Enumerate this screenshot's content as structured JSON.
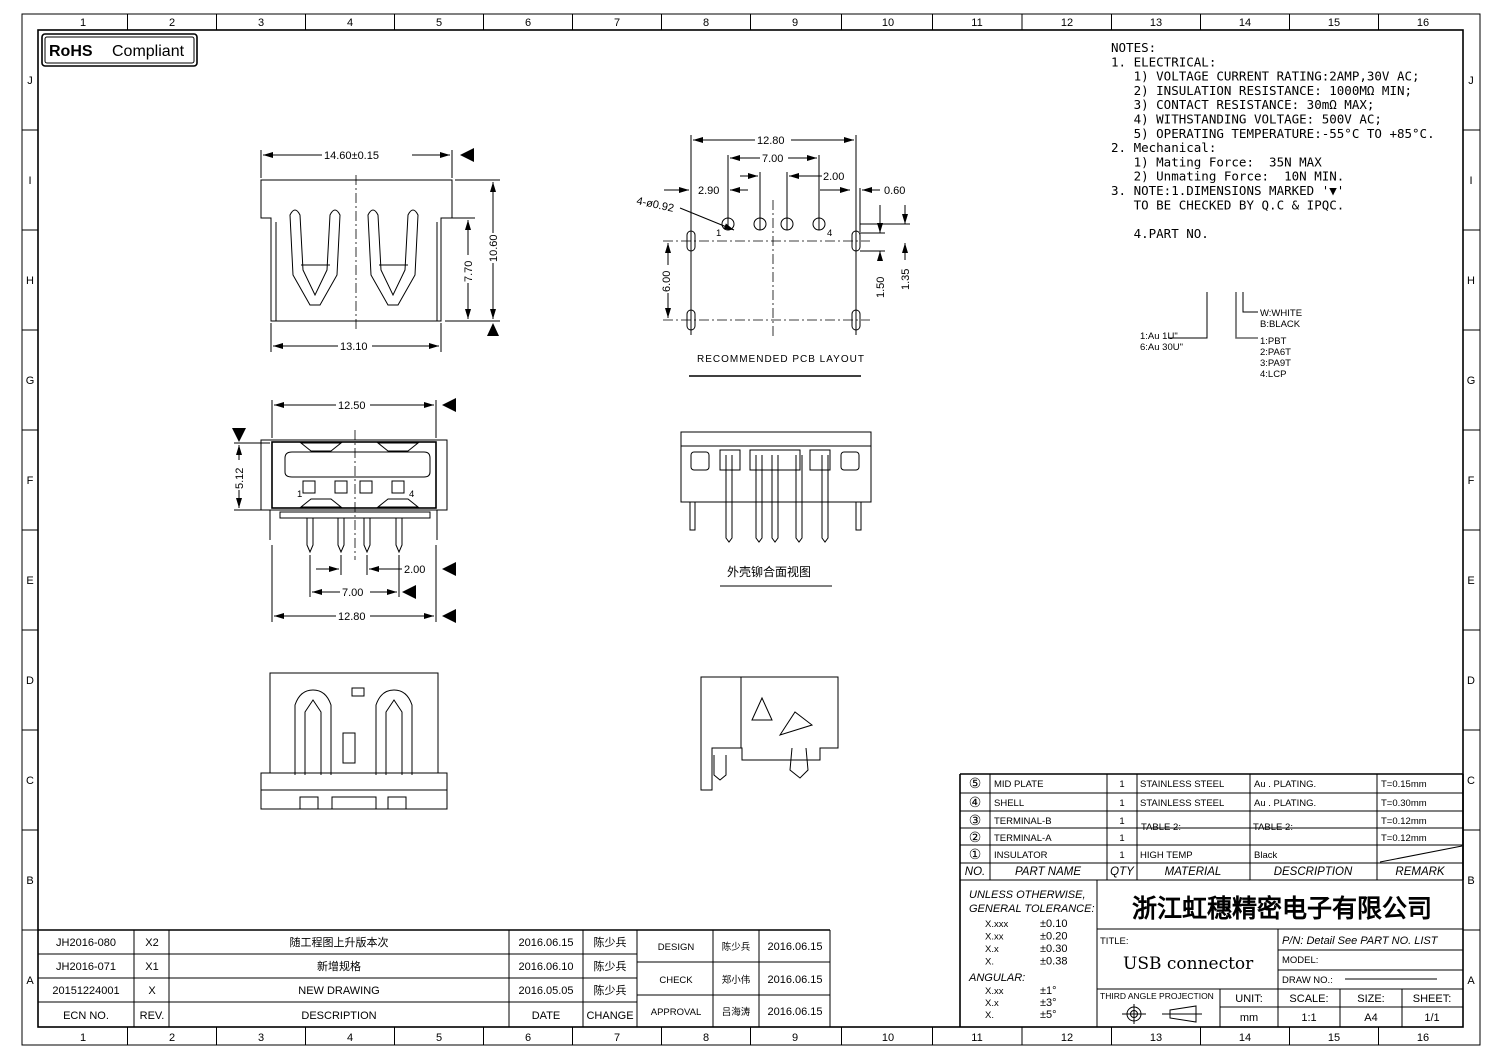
{
  "rohs": "RoHS Compliant",
  "rohs_bold": "RoHS",
  "rohs_rest": "Compliant",
  "grid": {
    "columns": [
      "1",
      "2",
      "3",
      "4",
      "5",
      "6",
      "7",
      "8",
      "9",
      "10",
      "11",
      "12",
      "13",
      "14",
      "15",
      "16"
    ],
    "rows": [
      "J",
      "I",
      "H",
      "G",
      "F",
      "E",
      "D",
      "C",
      "B",
      "A"
    ]
  },
  "notes": [
    "NOTES:",
    "1. ELECTRICAL:",
    "   1) VOLTAGE CURRENT RATING:2AMP,30V AC;",
    "   2) INSULATION RESISTANCE: 1000MΩ MIN;",
    "   3) CONTACT RESISTANCE: 30mΩ MAX;",
    "   4) WITHSTANDING VOLTAGE: 500V AC;",
    "   5) OPERATING TEMPERATURE:-55°C TO +85°C.",
    "2. Mechanical:",
    "   1) Mating Force:  35N MAX",
    "   2) Unmating Force:  10N MIN.",
    "3. NOTE:1.DIMENSIONS MARKED '▼'",
    "   TO BE CHECKED BY Q.C & IPQC.",
    "",
    "   4.PART NO."
  ],
  "part_no": {
    "plating": [
      "1:Au 1U\"",
      "6:Au 30U\""
    ],
    "color": [
      "W:WHITE",
      "B:BLACK"
    ],
    "material": [
      "1:PBT",
      "2:PA6T",
      "3:PA9T",
      "4:LCP"
    ]
  },
  "dims": {
    "top_width": "14.60±0.15",
    "top_height": "10.60",
    "top_inner_height": "7.70",
    "top_bottom_width": "13.10",
    "pcb_width": "12.80",
    "pcb_pitch_outer": "7.00",
    "pcb_pitch": "2.00",
    "pcb_offset": "2.90",
    "pcb_hole": "4-ø0.92",
    "pcb_slot": "0.60",
    "pcb_vert": "6.00",
    "pcb_slot_len": "1.50",
    "pcb_row": "1.35",
    "pcb_label": "RECOMMENDED PCB LAYOUT",
    "front_width": "12.50",
    "front_height": "5.12",
    "front_pitch": "2.00",
    "front_outer": "7.00",
    "front_total": "12.80",
    "pin1": "1",
    "pin4": "4",
    "section_label": "外壳铆合面视图"
  },
  "bom": {
    "rows": [
      {
        "no": "⑤",
        "name": "MID PLATE",
        "qty": "1",
        "material": "STAINLESS STEEL",
        "desc": "Au . PLATING.",
        "remark": "T=0.15mm"
      },
      {
        "no": "④",
        "name": "SHELL",
        "qty": "1",
        "material": "STAINLESS STEEL",
        "desc": "Au . PLATING.",
        "remark": "T=0.30mm"
      },
      {
        "no": "③",
        "name": "TERMINAL-B",
        "qty": "1",
        "material": "",
        "desc": "",
        "remark": "T=0.12mm"
      },
      {
        "no": "②",
        "name": "TERMINAL-A",
        "qty": "1",
        "material": "",
        "desc": "",
        "remark": "T=0.12mm"
      },
      {
        "no": "①",
        "name": "INSULATOR",
        "qty": "1",
        "material": "HIGH TEMP",
        "desc": "Black",
        "remark": ""
      }
    ],
    "table2_material": "TABLE 2:",
    "table2_desc": "TABLE 2:",
    "headers": [
      "NO.",
      "PART NAME",
      "QTY",
      "MATERIAL",
      "DESCRIPTION",
      "REMARK"
    ]
  },
  "tolerance": {
    "title1": "UNLESS OTHERWISE,",
    "title2": "GENERAL TOLERANCE:",
    "linear": [
      [
        "X.xxx",
        "±0.10"
      ],
      [
        "X.xx",
        "±0.20"
      ],
      [
        "X.x",
        "±0.30"
      ],
      [
        "X.",
        "±0.38"
      ]
    ],
    "angular_label": "ANGULAR:",
    "angular": [
      [
        "X.xx",
        "±1°"
      ],
      [
        "X.x",
        "±3°"
      ],
      [
        "X.",
        "±5°"
      ]
    ]
  },
  "title_block": {
    "company": "浙江虹穗精密电子有限公司",
    "title_label": "TITLE:",
    "title": "USB connector",
    "pn": "P/N: Detail See PART NO. LIST",
    "model": "MODEL:",
    "draw_no": "DRAW NO.:",
    "projection": "THIRD ANGLE PROJECTION",
    "unit_label": "UNIT:",
    "unit": "mm",
    "scale_label": "SCALE:",
    "scale": "1:1",
    "size_label": "SIZE:",
    "size": "A4",
    "sheet_label": "SHEET:",
    "sheet": "1/1"
  },
  "revisions": {
    "rows": [
      {
        "ecn": "JH2016-080",
        "rev": "X2",
        "desc": "随工程图上升版本次",
        "date": "2016.06.15",
        "change": "陈少兵"
      },
      {
        "ecn": "JH2016-071",
        "rev": "X1",
        "desc": "新增规格",
        "date": "2016.06.10",
        "change": "陈少兵"
      },
      {
        "ecn": "20151224001",
        "rev": "X",
        "desc": "NEW DRAWING",
        "date": "2016.05.05",
        "change": "陈少兵"
      }
    ],
    "headers": {
      "ecn": "ECN NO.",
      "rev": "REV.",
      "desc": "DESCRIPTION",
      "date": "DATE",
      "change": "CHANGE"
    },
    "approvals": [
      {
        "role": "DESIGN",
        "name": "陈少兵",
        "date": "2016.06.15"
      },
      {
        "role": "CHECK",
        "name": "郑小伟",
        "date": "2016.06.15"
      },
      {
        "role": "APPROVAL",
        "name": "吕海涛",
        "date": "2016.06.15"
      }
    ]
  }
}
